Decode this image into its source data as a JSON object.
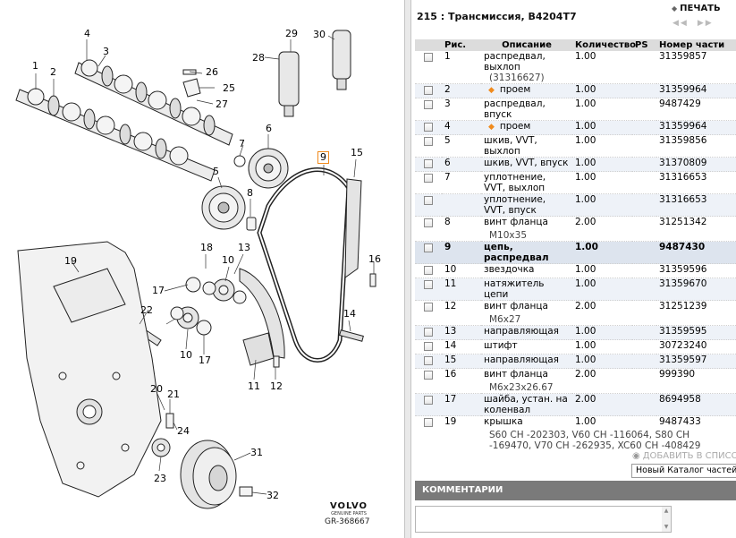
{
  "diagram": {
    "callouts": [
      "1",
      "2",
      "3",
      "4",
      "5",
      "6",
      "7",
      "8",
      "9",
      "10",
      "10",
      "11",
      "12",
      "13",
      "14",
      "15",
      "16",
      "17",
      "17",
      "18",
      "19",
      "20",
      "21",
      "22",
      "23",
      "24",
      "25",
      "26",
      "27",
      "28",
      "29",
      "30",
      "31",
      "32"
    ],
    "brand": "VOLVO",
    "brand_sub": "GENUINE PARTS",
    "figure_ref": "GR-368667"
  },
  "header": {
    "title": "215 : Трансмиссия, B4204T7",
    "print_label": "ПЕЧАТЬ",
    "pager_prev": "◀◀",
    "pager_next": "▶▶"
  },
  "table": {
    "columns": [
      "Рис.",
      "Описание",
      "Количество",
      "PS",
      "Номер части"
    ],
    "rows": [
      {
        "ref": "1",
        "desc": "распредвал, выхлоп",
        "extra": "(31316627)",
        "qty": "1.00",
        "ps": "",
        "part": "31359857",
        "checkbox": true
      },
      {
        "ref": "2",
        "desc": "проем",
        "extra": "",
        "qty": "1.00",
        "ps": "",
        "part": "31359964",
        "checkbox": true,
        "sub": true
      },
      {
        "ref": "3",
        "desc": "распредвал, впуск",
        "extra": "",
        "qty": "1.00",
        "ps": "",
        "part": "9487429",
        "checkbox": true
      },
      {
        "ref": "4",
        "desc": "проем",
        "extra": "",
        "qty": "1.00",
        "ps": "",
        "part": "31359964",
        "checkbox": true,
        "sub": true
      },
      {
        "ref": "5",
        "desc": "шкив, VVT, выхлоп",
        "extra": "",
        "qty": "1.00",
        "ps": "",
        "part": "31359856",
        "checkbox": true
      },
      {
        "ref": "6",
        "desc": "шкив, VVT, впуск",
        "extra": "",
        "qty": "1.00",
        "ps": "",
        "part": "31370809",
        "checkbox": true
      },
      {
        "ref": "7",
        "desc": "уплотнение, VVT, выхлоп",
        "extra": "",
        "qty": "1.00",
        "ps": "",
        "part": "31316653",
        "checkbox": true
      },
      {
        "ref": "",
        "desc": "уплотнение, VVT, впуск",
        "extra": "",
        "qty": "1.00",
        "ps": "",
        "part": "31316653",
        "checkbox": true
      },
      {
        "ref": "8",
        "desc": "винт фланца",
        "extra": "M10x35",
        "qty": "2.00",
        "ps": "",
        "part": "31251342",
        "checkbox": true
      },
      {
        "ref": "9",
        "desc": "цепь, распредвал",
        "extra": "",
        "qty": "1.00",
        "ps": "",
        "part": "9487430",
        "checkbox": true,
        "selected": true
      },
      {
        "ref": "10",
        "desc": "звездочка",
        "extra": "",
        "qty": "1.00",
        "ps": "",
        "part": "31359596",
        "checkbox": true
      },
      {
        "ref": "11",
        "desc": "натяжитель цепи",
        "extra": "",
        "qty": "1.00",
        "ps": "",
        "part": "31359670",
        "checkbox": true
      },
      {
        "ref": "12",
        "desc": "винт фланца",
        "extra": "M6x27",
        "qty": "2.00",
        "ps": "",
        "part": "31251239",
        "checkbox": true
      },
      {
        "ref": "13",
        "desc": "направляющая",
        "extra": "",
        "qty": "1.00",
        "ps": "",
        "part": "31359595",
        "checkbox": true
      },
      {
        "ref": "14",
        "desc": "штифт",
        "extra": "",
        "qty": "1.00",
        "ps": "",
        "part": "30723240",
        "checkbox": true
      },
      {
        "ref": "15",
        "desc": "направляющая",
        "extra": "",
        "qty": "1.00",
        "ps": "",
        "part": "31359597",
        "checkbox": true
      },
      {
        "ref": "16",
        "desc": "винт фланца",
        "extra": "M6x23x26.67",
        "qty": "2.00",
        "ps": "",
        "part": "999390",
        "checkbox": true
      },
      {
        "ref": "17",
        "desc": "шайба, устан. на коленвал",
        "extra": "",
        "qty": "2.00",
        "ps": "",
        "part": "8694958",
        "checkbox": true
      },
      {
        "ref": "19",
        "desc": "крышка",
        "extra": "S60 CH -202303, V60 CH -116064, S80 CH -169470, V70 CH -262935, XC60 CH -408429",
        "qty": "1.00",
        "ps": "",
        "part": "9487433",
        "checkbox": true
      }
    ]
  },
  "add_to_list_label": "ДОБАВИТЬ В СПИСОК",
  "catalog_select": {
    "value": "Новый Каталог частей"
  },
  "comments": {
    "header": "КОММЕНТАРИИ",
    "value": ""
  },
  "colors": {
    "accent": "#f08a1c",
    "table_header": "#dcdcdc",
    "row_alt": "#eef2f8",
    "row_selected": "#dde4ee",
    "comments_header": "#7a7a7a"
  }
}
